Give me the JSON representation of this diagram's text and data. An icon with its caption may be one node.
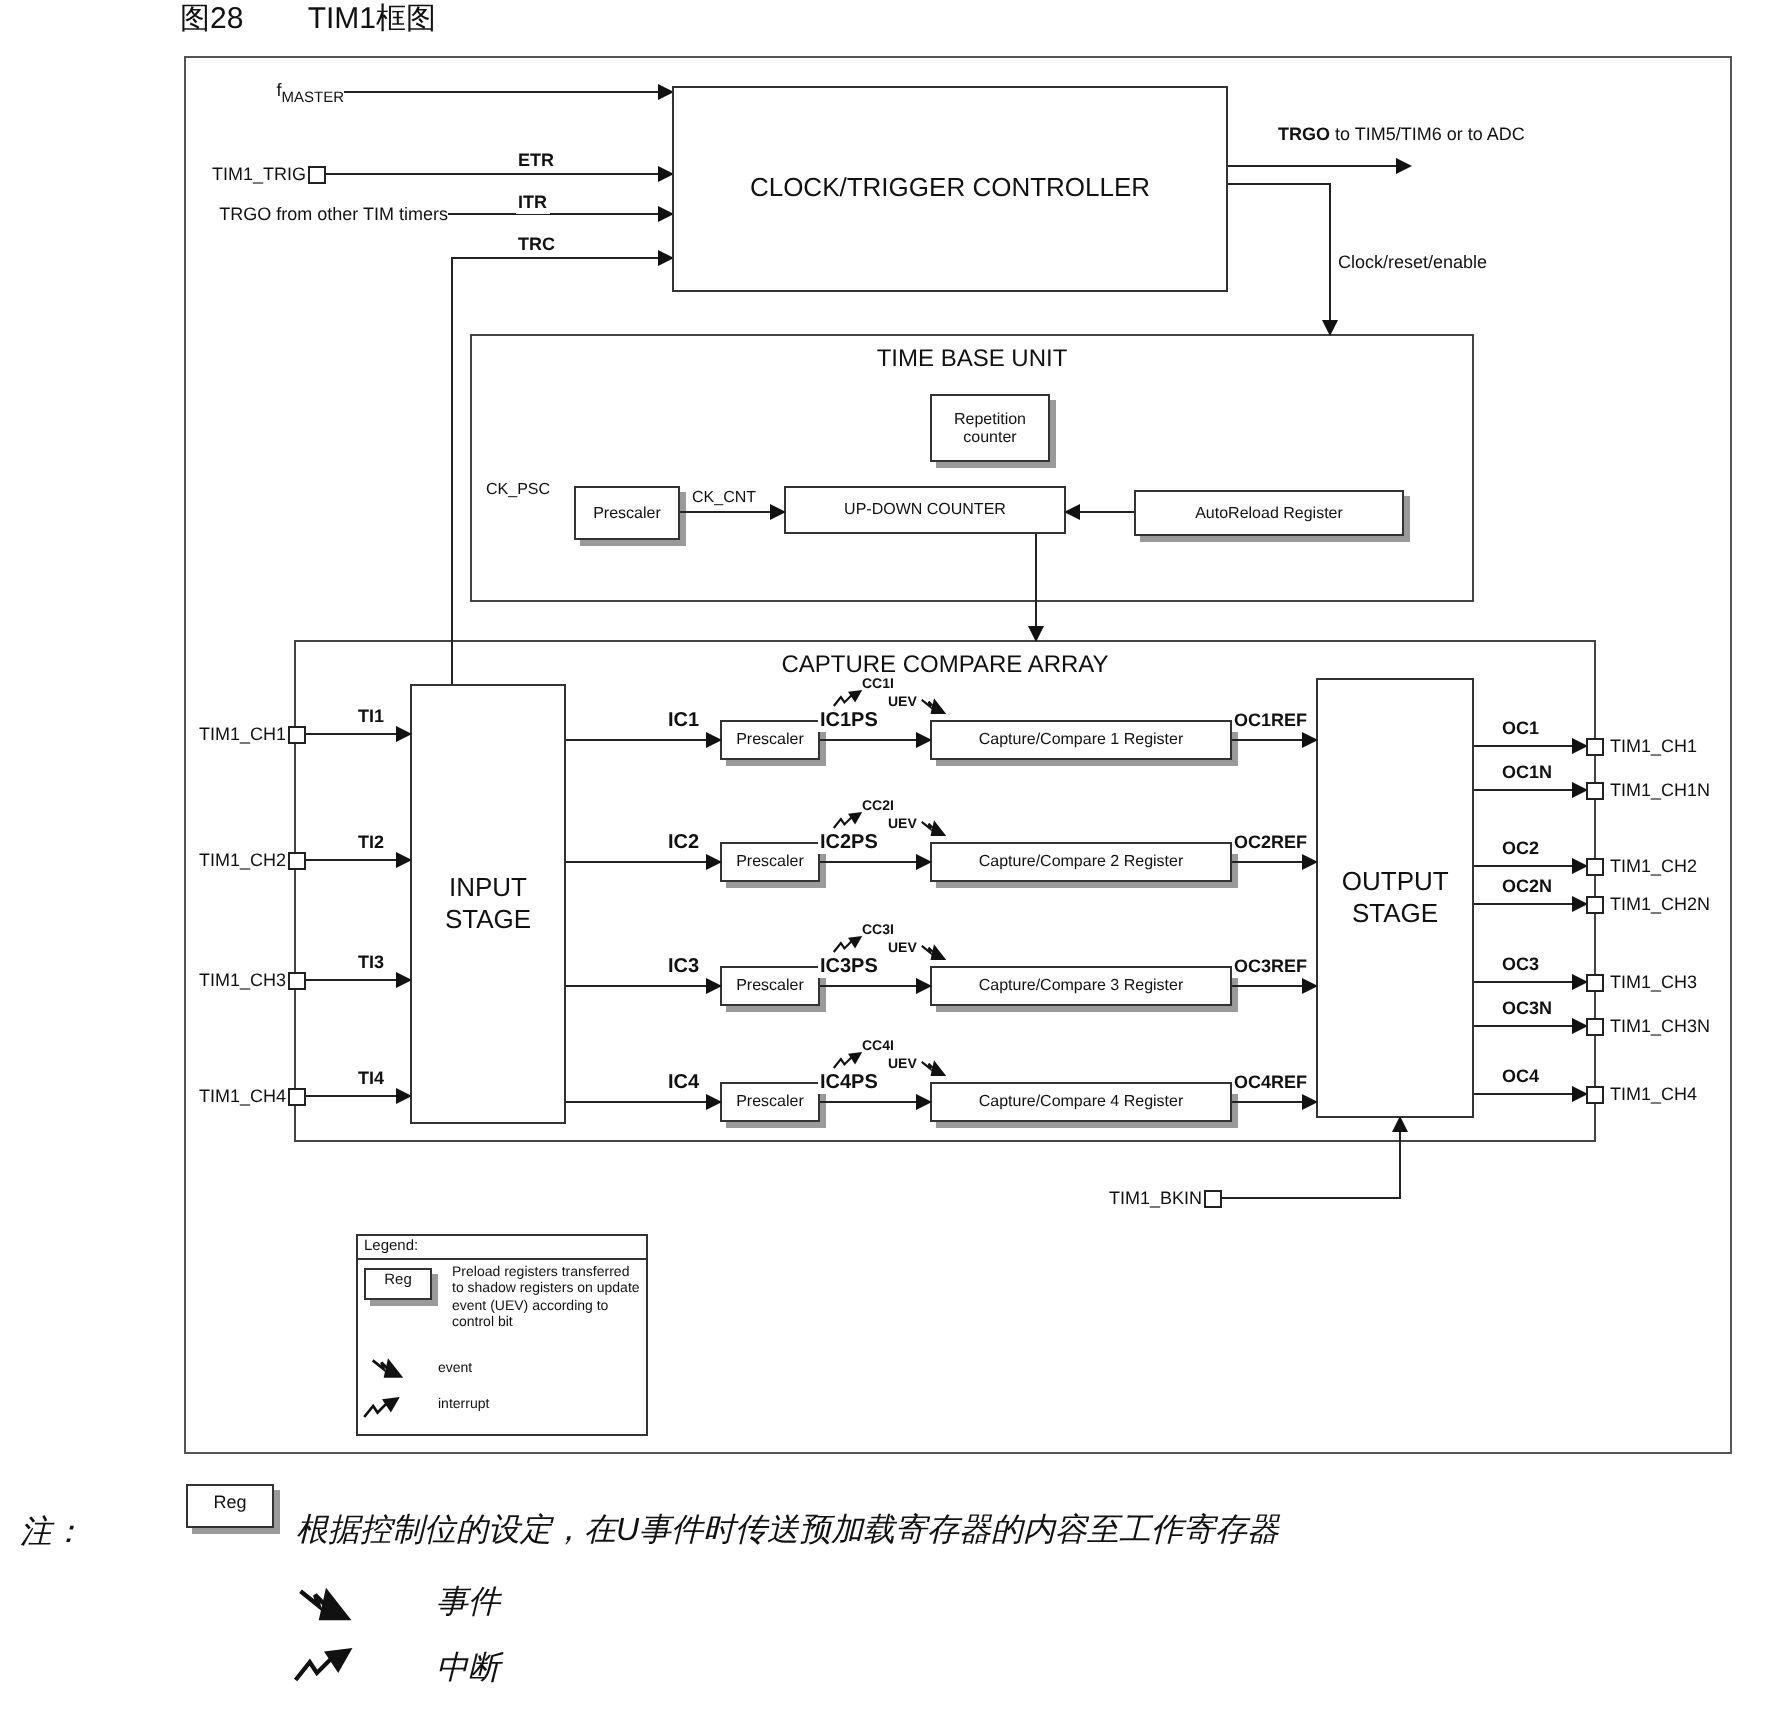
{
  "diagram": {
    "title": "图28 TIM1框图",
    "nodes": [
      {
        "text": [
          "f$_{MASTER}$"
        ]
      },
      {
        "text": [
          "TIM1_TRIG"
        ]
      },
      {
        "text": [
          "TRGO from other TIM timers"
        ]
      },
      {
        "text": [
          "CLOCK/TRIGGER CONTROLLER"
        ]
      },
      {
        "text": [
          "TIME BASE UNIT"
        ]
      },
      {
        "text": [
          "Repetition counter"
        ],
        "in": 4
      },
      {
        "text": [
          "Prescaler"
        ],
        "in": 4,
        "beside": [
          "CK_PSC"
        ]
      },
      {
        "text": [
          "UP-DOWN COUNTER"
        ],
        "in": 4
      },
      {
        "text": [
          "AutoReload Register"
        ],
        "in": 4
      },
      {
        "text": [
          "CAPTURE COMPARE ARRAY"
        ]
      },
      {
        "text": [
          "TIM1_CH1"
        ]
      },
      {
        "text": [
          "TIM1_CH2"
        ]
      },
      {
        "text": [
          "TIM1_CH3"
        ]
      },
      {
        "text": [
          "TIM1_CH4"
        ]
      },
      {
        "text": [
          "INPUT STAGE"
        ],
        "in": 9
      },
      {
        "text": [
          "Prescaler"
        ],
        "in": 9
      },
      {
        "text": [
          "Prescaler"
        ],
        "in": 9
      },
      {
        "text": [
          "Prescaler"
        ],
        "in": 9
      },
      {
        "text": [
          "Prescaler"
        ],
        "in": 9
      },
      {
        "text": [
          "Capture/Compare 1 Register"
        ],
        "in": 9
      },
      {
        "text": [
          "Capture/Compare 2 Register"
        ],
        "in": 9
      },
      {
        "text": [
          "Capture/Compare 3 Register"
        ],
        "in": 9
      },
      {
        "text": [
          "Capture/Compare 4 Register"
        ],
        "in": 9
      },
      {
        "text": [
          "OUTPUT STAGE"
        ],
        "in": 9
      },
      {
        "text": [
          "TIM1_CH1"
        ]
      },
      {
        "text": [
          "TIM1_CH1N"
        ]
      },
      {
        "text": [
          "TIM1_CH2"
        ]
      },
      {
        "text": [
          "TIM1_CH2N"
        ]
      },
      {
        "text": [
          "TIM1_CH3"
        ]
      },
      {
        "text": [
          "TIM1_CH3N"
        ]
      },
      {
        "text": [
          "TIM1_CH4"
        ]
      },
      {
        "text": [
          "TIM1_BKIN"
        ]
      }
    ],
    "edges": [
      {
        "from": 0,
        "to": 3,
        "arrow": "to"
      },
      {
        "from": 1,
        "to": 3,
        "arrow": "to",
        "label": "ETR"
      },
      {
        "from": 2,
        "to": 3,
        "arrow": "to",
        "label": "ITR"
      },
      {
        "from": 14,
        "to": 3,
        "arrow": "to",
        "label": "TRC"
      },
      {
        "from": 3,
        "to": null,
        "arrow": "to",
        "label": "**TRGO** to TIM5/TIM6 or to ADC"
      },
      {
        "from": 3,
        "to": 4,
        "arrow": "to",
        "label": "Clock/reset/enable"
      },
      {
        "from": 6,
        "to": 7,
        "arrow": "to",
        "label": "CK_CNT"
      },
      {
        "from": 8,
        "to": 7,
        "arrow": "to"
      },
      {
        "from": 7,
        "to": 9,
        "arrow": "to"
      },
      {
        "from": 10,
        "to": 14,
        "arrow": "to",
        "label": "TI1"
      },
      {
        "from": 11,
        "to": 14,
        "arrow": "to",
        "label": "TI2"
      },
      {
        "from": 12,
        "to": 14,
        "arrow": "to",
        "label": "TI3"
      },
      {
        "from": 13,
        "to": 14,
        "arrow": "to",
        "label": "TI4"
      },
      {
        "from": 14,
        "to": 15,
        "arrow": "to",
        "label": "IC1"
      },
      {
        "from": 14,
        "to": 16,
        "arrow": "to",
        "label": "IC2"
      },
      {
        "from": 14,
        "to": 17,
        "arrow": "to",
        "label": "IC3"
      },
      {
        "from": 14,
        "to": 18,
        "arrow": "to",
        "label": "IC4"
      },
      {
        "from": 15,
        "to": 19,
        "arrow": "to",
        "label": "IC1PS"
      },
      {
        "from": 16,
        "to": 20,
        "arrow": "to",
        "label": "IC2PS"
      },
      {
        "from": 17,
        "to": 21,
        "arrow": "to",
        "label": "IC3PS"
      },
      {
        "from": 18,
        "to": 22,
        "arrow": "to",
        "label": "IC4PS"
      },
      {
        "from": 19,
        "to": 23,
        "arrow": "to",
        "label": "OC1REF"
      },
      {
        "from": 20,
        "to": 23,
        "arrow": "to",
        "label": "OC2REF"
      },
      {
        "from": 21,
        "to": 23,
        "arrow": "to",
        "label": "OC3REF"
      },
      {
        "from": 22,
        "to": 23,
        "arrow": "to",
        "label": "OC4REF"
      },
      {
        "from": 23,
        "to": 24,
        "arrow": "to",
        "label": "OC1"
      },
      {
        "from": 23,
        "to": 25,
        "arrow": "to",
        "label": "OC1N"
      },
      {
        "from": 23,
        "to": 26,
        "arrow": "to",
        "label": "OC2"
      },
      {
        "from": 23,
        "to": 27,
        "arrow": "to",
        "label": "OC2N"
      },
      {
        "from": 23,
        "to": 28,
        "arrow": "to",
        "label": "OC3"
      },
      {
        "from": 23,
        "to": 29,
        "arrow": "to",
        "label": "OC3N"
      },
      {
        "from": 23,
        "to": 30,
        "arrow": "to",
        "label": "OC4"
      },
      {
        "from": 31,
        "to": 23,
        "arrow": "to"
      }
    ],
    "labels": [
      "CC1I",
      "UEV",
      "CC2I",
      "UEV",
      "CC3I",
      "UEV",
      "CC4I",
      "UEV",
      "Legend:",
      "Reg",
      "注：",
      "Reg"
    ],
    "legend": [
      {
        "text": "Preload registers transferred to shadow registers on update event (UEV) according to control bit"
      },
      {
        "text": "event"
      },
      {
        "text": "interrupt"
      },
      {
        "text": "根据控制位的设定，在U事件时传送预加载寄存器的内容至工作寄存器"
      },
      {
        "text": "事件"
      },
      {
        "text": "中断"
      }
    ]
  }
}
